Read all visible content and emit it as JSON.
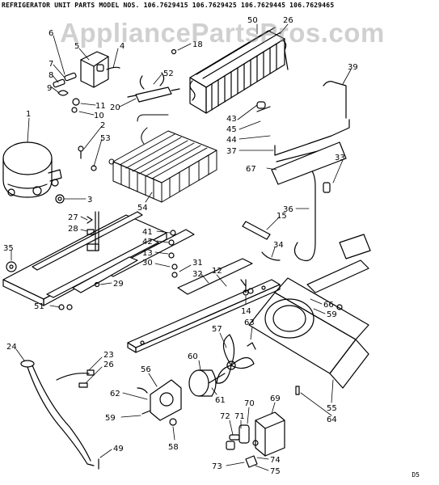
{
  "header": {
    "title": "REFRIGERATOR UNIT PARTS MODEL NOS. 106.7629415 106.7629425 106.7629445 106.7629465"
  },
  "watermark": {
    "text": "AppliancePartsPros.com"
  },
  "footer": {
    "code": "D5"
  },
  "callouts": [
    {
      "id": "c50",
      "text": "50"
    },
    {
      "id": "c26a",
      "text": "26"
    },
    {
      "id": "c18",
      "text": "18"
    },
    {
      "id": "c6",
      "text": "6"
    },
    {
      "id": "c5",
      "text": "5"
    },
    {
      "id": "c4",
      "text": "4"
    },
    {
      "id": "c7",
      "text": "7"
    },
    {
      "id": "c8",
      "text": "8"
    },
    {
      "id": "c9",
      "text": "9"
    },
    {
      "id": "c11",
      "text": "11"
    },
    {
      "id": "c10",
      "text": "10"
    },
    {
      "id": "c52",
      "text": "52"
    },
    {
      "id": "c20",
      "text": "20"
    },
    {
      "id": "c39",
      "text": "39"
    },
    {
      "id": "c1",
      "text": "1"
    },
    {
      "id": "c2",
      "text": "2"
    },
    {
      "id": "c53",
      "text": "53"
    },
    {
      "id": "c43",
      "text": "43"
    },
    {
      "id": "c45",
      "text": "45"
    },
    {
      "id": "c44",
      "text": "44"
    },
    {
      "id": "c37",
      "text": "37"
    },
    {
      "id": "c33",
      "text": "33"
    },
    {
      "id": "c67",
      "text": "67"
    },
    {
      "id": "c3",
      "text": "3"
    },
    {
      "id": "c27",
      "text": "27"
    },
    {
      "id": "c28",
      "text": "28"
    },
    {
      "id": "c54",
      "text": "54"
    },
    {
      "id": "c36",
      "text": "36"
    },
    {
      "id": "c15",
      "text": "15"
    },
    {
      "id": "c41",
      "text": "41"
    },
    {
      "id": "c42",
      "text": "42"
    },
    {
      "id": "c13",
      "text": "13"
    },
    {
      "id": "c30",
      "text": "30"
    },
    {
      "id": "c34",
      "text": "34"
    },
    {
      "id": "c35",
      "text": "35"
    },
    {
      "id": "c31",
      "text": "31"
    },
    {
      "id": "c32",
      "text": "32"
    },
    {
      "id": "c12",
      "text": "12"
    },
    {
      "id": "c29",
      "text": "29"
    },
    {
      "id": "c51",
      "text": "51"
    },
    {
      "id": "c66",
      "text": "66"
    },
    {
      "id": "c59a",
      "text": "59"
    },
    {
      "id": "c14",
      "text": "14"
    },
    {
      "id": "c57",
      "text": "57"
    },
    {
      "id": "c63",
      "text": "63"
    },
    {
      "id": "c24",
      "text": "24"
    },
    {
      "id": "c23",
      "text": "23"
    },
    {
      "id": "c26b",
      "text": "26"
    },
    {
      "id": "c60",
      "text": "60"
    },
    {
      "id": "c56",
      "text": "56"
    },
    {
      "id": "c62",
      "text": "62"
    },
    {
      "id": "c61",
      "text": "61"
    },
    {
      "id": "c59b",
      "text": "59"
    },
    {
      "id": "c69",
      "text": "69"
    },
    {
      "id": "c70",
      "text": "70"
    },
    {
      "id": "c55",
      "text": "55"
    },
    {
      "id": "c64",
      "text": "64"
    },
    {
      "id": "c72",
      "text": "72"
    },
    {
      "id": "c71",
      "text": "71"
    },
    {
      "id": "c58",
      "text": "58"
    },
    {
      "id": "c49",
      "text": "49"
    },
    {
      "id": "c74",
      "text": "74"
    },
    {
      "id": "c73",
      "text": "73"
    },
    {
      "id": "c75",
      "text": "75"
    }
  ]
}
